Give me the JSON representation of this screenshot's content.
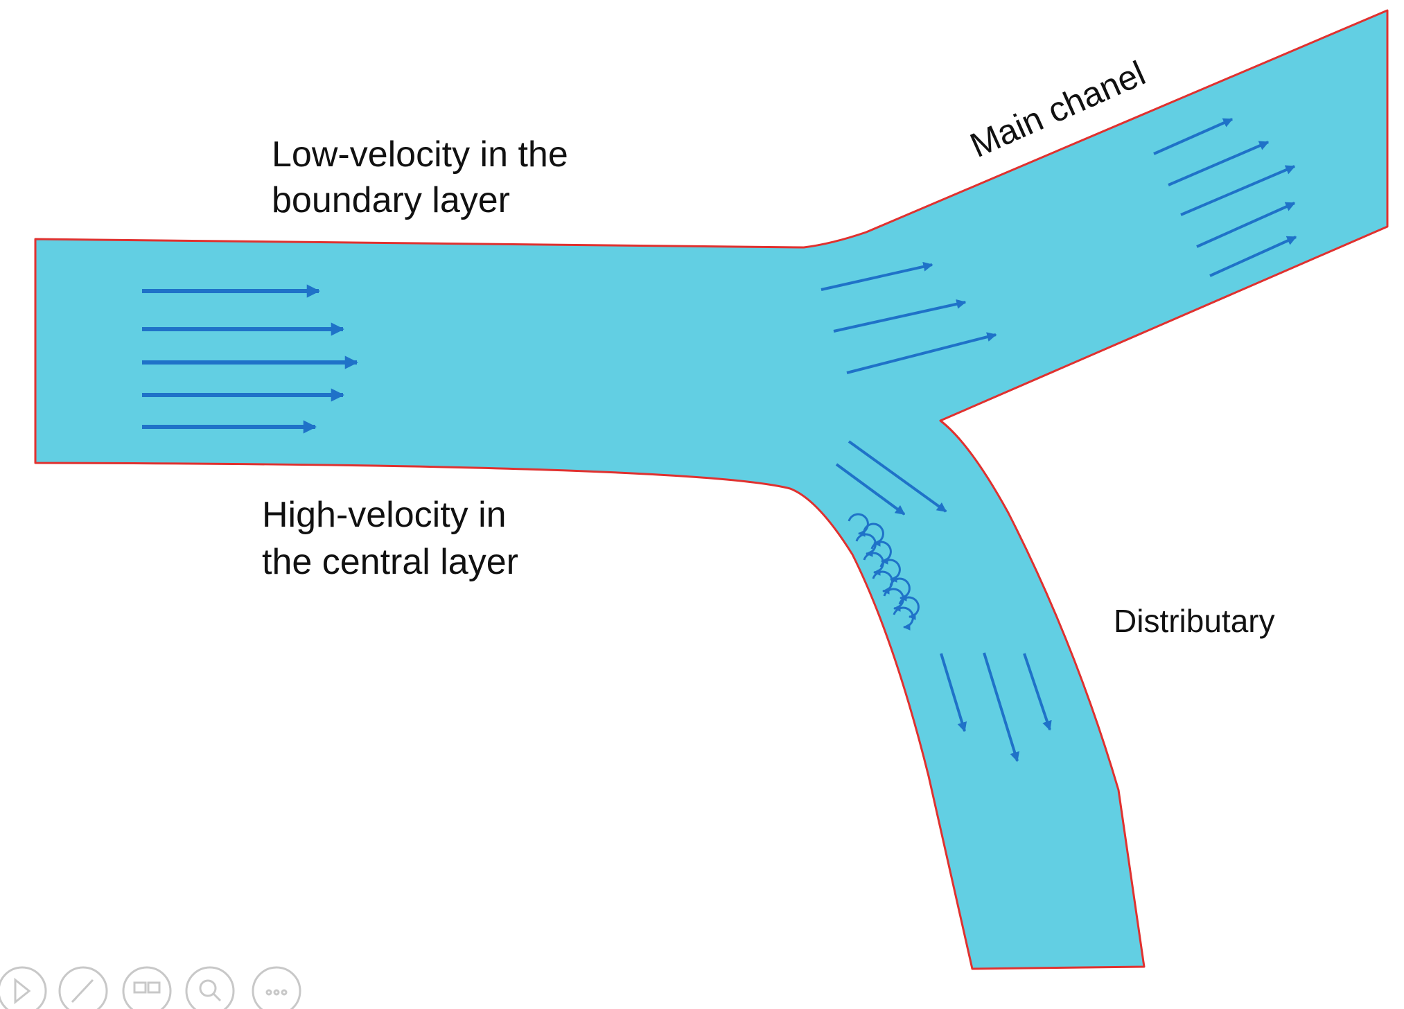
{
  "labels": {
    "main_channel": "Main chanel",
    "low_velocity_line1": "Low-velocity in the",
    "low_velocity_line2": "boundary layer",
    "high_velocity_line1": "High-velocity in",
    "high_velocity_line2": "the central layer",
    "distributary": "Distributary"
  },
  "colors": {
    "water": "#62cfe3",
    "bank": "#e0312f",
    "arrow": "#1f72c8"
  },
  "controls": {
    "items": [
      {
        "name": "play-icon"
      },
      {
        "name": "pen-icon"
      },
      {
        "name": "slides-icon"
      },
      {
        "name": "zoom-icon"
      },
      {
        "name": "more-icon"
      }
    ]
  }
}
